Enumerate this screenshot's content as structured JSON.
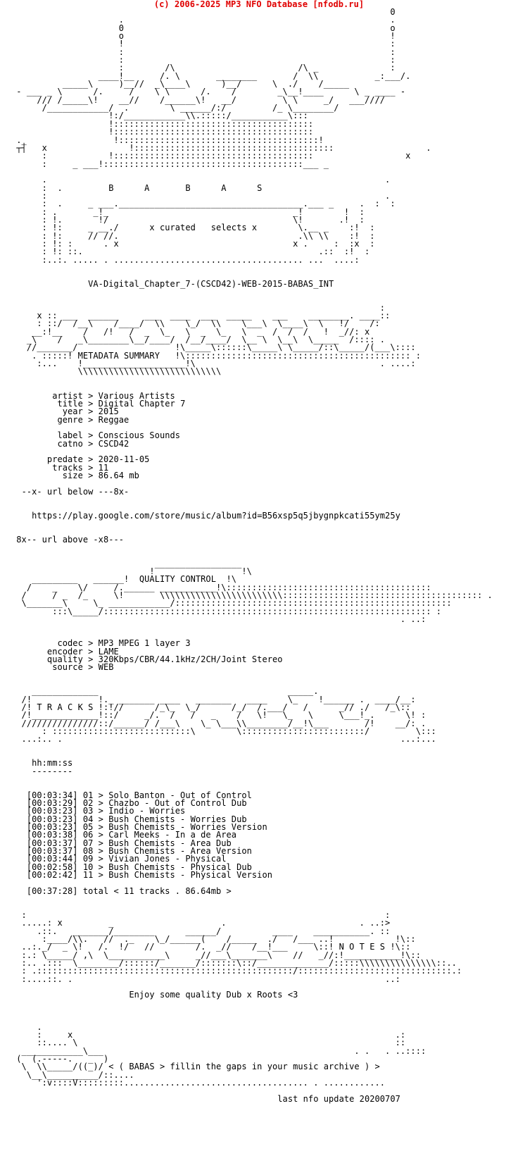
{
  "header": {
    "copyright": "(c) 2006-2025 MP3 NFO Database [nfodb.ru]",
    "color": "#e00000"
  },
  "art": {
    "logo_top": "                                                                          0\n                     .                                                    .\n                     0                                                    o\n                     o                                                    !\n                     !                                                    :\n                     :                                                    :\n                     :                                                    :\n                     :        /\\                        /\\ _              :\n                 ____!__     /. \\       ________       /  \\\\           _:___/.\n          _____\\     )__//  _\\____\\      )__/      \\  ./    /_____\n - ___ _ \\      /.     /    \\ \\      /.    /        _\\__!____      \\ _ ____ -\n     /// /_____\\!    __//    /______\\!   __/         \\ \\     _/   ___////\n      /____________/  .        \\ ______/:/         /_ \\________/\n                   !:/____________\\\\.:::::/___________\\:::\n                   !:::::::::::::::::::::::::::::::::::::::\n                   !:::::::::::::::::::::::::::::::::::::::\n ._                 !:::::::::::::::::::::::::::::::::::::::!\n ┬┤   x                !:::::::::::::::::::::::::::::::::::::::                  .\n      :            !:::::::::::::::::::::::::::::::::::::::                  x",
    "logo_mid": "      :     _ ___!:::::::::::::::::::::::::::::::::::::::___ _\n\n      .                                                                  .\n      :  .         B      A       B      A      S\n      :                                                                  .\n      :  .     _ ___.____________________________________.___ _     .  :  :\n      : .       _!_                                    _!        !  :\n      : !.       !/                                    \\!       .!  :\n      : !:     _ __./      x curated   selects x        \\.__ _    :!  :\n      : !:     // //.                                   .\\\\ \\\\    :!  :\n      : !: :      . x                                  x .     :  :x  :\n      : !: ::.                                              .::  :!  :\n      :..:. ..... . ..................................... ...  ....:",
    "release_name": "VA-Digital_Chapter_7-(CSCD42)-WEB-2015-BABAS_INT",
    "metadata_banner": "                                                                        :\n     x :: ___  ______     ___  ____  ___  _____    ___    ________. ____::\n     : ::/  /__\\    /____/  \\\\    \\_/  \\\\    \\___\\  \\____\\  \\   !/    /:\n    __:!__    /   /!   /  _  \\_   \\  _  \\_   \\  _  /  /  /   !  _//: x\n   _\\    /   _\\________\\__/____/  /__/____/  \\__ \\  \\__\\  \\_____  /:::: .\n   //_______/                   !\\_____\\::::::\\_____\\ \\_____/::\\_____/(___\\::::\n    . :::::! METADATA SUMMARY   !\\:::::::::::::::::::::::::::::::::::::::::::: :\n     :...    !____________________!\\                                    . ....:\n             \\\\\\\\\\\\\\\\\\\\\\\\\\\\\\\\\\\\\\\\\\\\\\\\\\\\\\\\",
    "qc_banner": "                            _________________\n                           !                 !\\\n    _________   ______!  QUALITY CONTROL  !\\\n   /    _    \\/     /.______ ___________!\\::::::::::::::::::::::::::::::::::::::::\n  /     / _  /_     \\!       \\\\\\\\\\\\\\\\\\\\\\\\\\\\\\\\\\\\\\\\\\\\\\\\::::::::::::::::::::::::::::::::::::::: .\n  \\_______\\     \\_ ____________/::::::::::::::::::::::::::::::::::::::::::::::::::::::\n        :::\\_____/:::::::::::::::::::::::::::::::::::::::::::::::::::::::::::::::: :\n                                                                            . ..:",
    "tracks_banner": "    _____________                                     _____.\n  /!             !._ _______ ____   _______   ____    \\_    !______ .  ____/__:\n  /! T R A C K S !:!//      /_\\_  \\_/      /_/  /.___/   /      _// ./   /_\\::\n  /!_____________!::/     _/.  /   /   _    /   \\!   \\_   \\     \\___!_.      \\! :\n  ///////////////::/______/ /___\\    \\_ \\___\\\\________/__!\\___       /!    __/: .\n      : :::::::::::::::::::::::::::\\        \\::::::::::::::::::::::::/         \\:::\n  ...:.. .                                                                  ...:...",
    "notes_banner": "  :                                                                      :\n  .....: x         _                     .                          . ..:>\n     .::.   _______/________      ______/          ____    ___________. ::\n      :____/\\\\.   //  ._    \\_/______(    /_____  ./   /___ ..!            !\\::\n  ..:._/  _ \\!   /.  !/   //        /.  _//    /__!___     \\::! N O T E S !\\::\n  :.: \\_____/ ,\\  \\___________\\     _//___\\_______\\    //   _//:!___________!\\::\n  :.. .:::  \\________/::::::/_______/:::::::\\::/______________/:::::\\\\\\\\\\\\\\\\\\\\\\\\\\\\\\::..\n  : .::::::::::::::::::::::::::::::::::::::::::::::::::/::::::::::::::::::::::::::::::.:\n  :....::. .                                                             ..:",
    "footer_art": "\n\n     .\n     :     x                                                               .:\n     ::.... \\                                                              ::\n  ____________\\___                                                 . .   . ..::::\n (  (.-----.   _  )\n  \\  \\\\_____/((_)/ < ( BABAS > fillin the gaps in your music archive ) >\n   \\__\\__________/::....\n     ':v::::V:::::::::.................................... . ............"
  },
  "metadata": {
    "title": "METADATA SUMMARY",
    "fields": [
      {
        "key": "artist",
        "value": "Various Artists"
      },
      {
        "key": "title",
        "value": "Digital Chapter 7"
      },
      {
        "key": "year",
        "value": "2015"
      },
      {
        "key": "genre",
        "value": "Reggae"
      },
      {
        "key": "label",
        "value": "Conscious Sounds"
      },
      {
        "key": "catno",
        "value": "CSCD42"
      },
      {
        "key": "predate",
        "value": "2020-11-05"
      },
      {
        "key": "tracks",
        "value": "11"
      },
      {
        "key": "size",
        "value": "86.64 mb"
      }
    ]
  },
  "url_section": {
    "below_marker": "--x- url below ---8x-",
    "url": "https://play.google.com/store/music/album?id=B56xsp5q5jbygnpkcati55ym25y",
    "above_marker": "8x-- url above -x8---"
  },
  "quality": {
    "title": "QUALITY CONTROL",
    "fields": [
      {
        "key": "codec",
        "value": "MP3 MPEG 1 layer 3"
      },
      {
        "key": "encoder",
        "value": "LAME"
      },
      {
        "key": "quality",
        "value": "320Kbps/CBR/44.1kHz/2CH/Joint Stereo"
      },
      {
        "key": "source",
        "value": "WEB"
      }
    ]
  },
  "tracks": {
    "title": "T R A C K S",
    "time_header": "hh:mm:ss",
    "time_underline": "--------",
    "list": [
      {
        "duration": "00:03:34",
        "num": "01",
        "artist": "Solo Banton",
        "title": "Out of Control"
      },
      {
        "duration": "00:03:29",
        "num": "02",
        "artist": "Chazbo",
        "title": "Out of Control Dub"
      },
      {
        "duration": "00:03:23",
        "num": "03",
        "artist": "Indio",
        "title": "Worries"
      },
      {
        "duration": "00:03:23",
        "num": "04",
        "artist": "Bush Chemists",
        "title": "Worries Dub"
      },
      {
        "duration": "00:03:23",
        "num": "05",
        "artist": "Bush Chemists",
        "title": "Worries Version"
      },
      {
        "duration": "00:03:38",
        "num": "06",
        "artist": "Carl Meeks",
        "title": "In a de Area"
      },
      {
        "duration": "00:03:37",
        "num": "07",
        "artist": "Bush Chemists",
        "title": "Area Dub"
      },
      {
        "duration": "00:03:37",
        "num": "08",
        "artist": "Bush Chemists",
        "title": "Area Version"
      },
      {
        "duration": "00:03:44",
        "num": "09",
        "artist": "Vivian Jones",
        "title": "Physical"
      },
      {
        "duration": "00:02:58",
        "num": "10",
        "artist": "Bush Chemists",
        "title": "Physical Dub"
      },
      {
        "duration": "00:02:42",
        "num": "11",
        "artist": "Bush Chemists",
        "title": "Physical Version"
      }
    ],
    "total_line": "[00:37:28] total < 11 tracks . 86.64mb >"
  },
  "notes": {
    "title": "N O T E S",
    "text": "Enjoy some quality Dub x Roots <3"
  },
  "footer": {
    "tagline": "< ( BABAS > fillin the gaps in your music archive ) >",
    "last_update": "last nfo update 20200707"
  }
}
